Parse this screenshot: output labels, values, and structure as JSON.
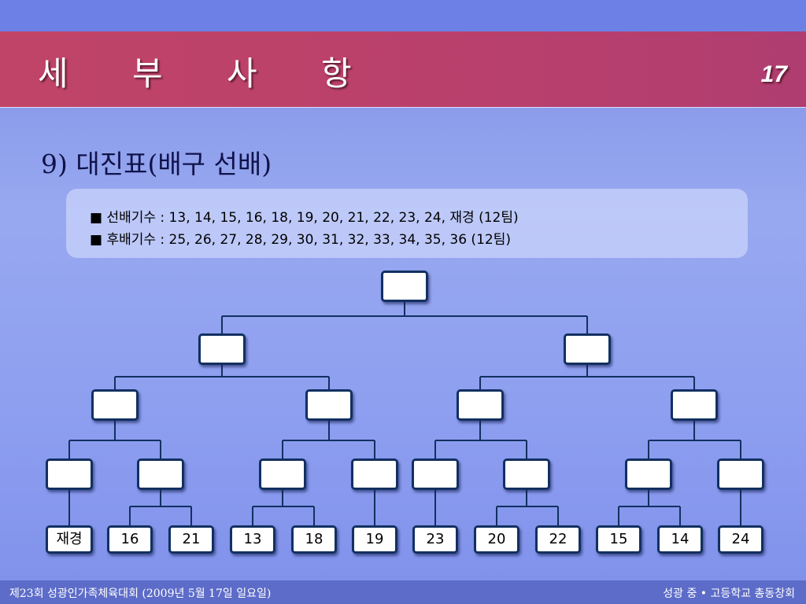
{
  "slide": {
    "title": "세 부 사 항",
    "page_number": "17",
    "subtitle": "9) 대진표(배구 선배)",
    "info_line1": "■ 선배기수 : 13, 14, 15, 16, 18, 19, 20, 21, 22, 23, 24, 재경 (12팀)",
    "info_line2": "■ 후배기수 : 25, 26, 27, 28, 29, 30, 31, 32, 33, 34, 35, 36 (12팀)"
  },
  "bracket": {
    "teams": [
      "재경",
      "16",
      "21",
      "13",
      "18",
      "19",
      "23",
      "20",
      "22",
      "15",
      "14",
      "24"
    ]
  },
  "footer": {
    "left": "제23회 성광인가족체육대회 (2009년 5월 17일 일요일)",
    "right": "성광 중 • 고등학교 총동창회"
  },
  "colors": {
    "title_bar": "#c04468",
    "background": "#8a9cec",
    "line": "#123061"
  }
}
